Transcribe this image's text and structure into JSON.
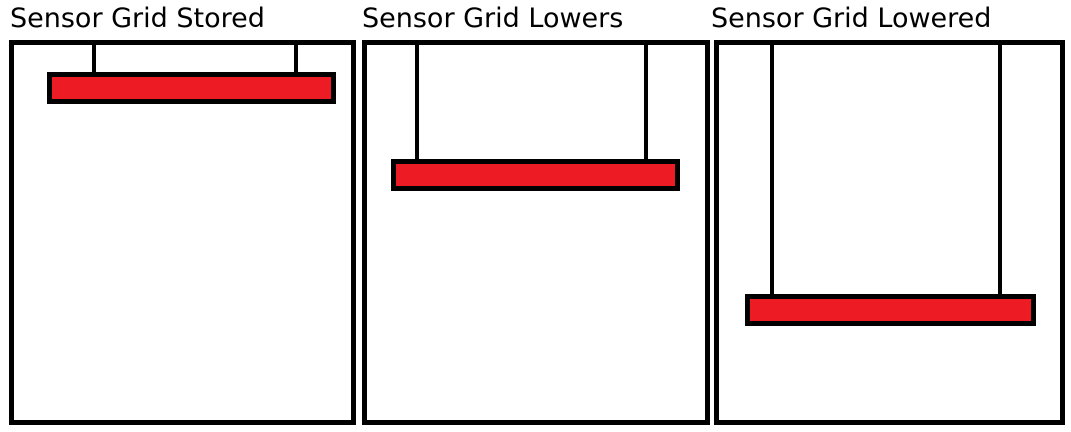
{
  "colors": {
    "frame": "#000000",
    "sensor_grid": "#ED1C24",
    "background": "#FFFFFF"
  },
  "panels": [
    {
      "title": "Sensor Grid Stored",
      "state": "stored"
    },
    {
      "title": "Sensor Grid Lowers",
      "state": "lowering"
    },
    {
      "title": "Sensor Grid Lowered",
      "state": "lowered"
    }
  ]
}
